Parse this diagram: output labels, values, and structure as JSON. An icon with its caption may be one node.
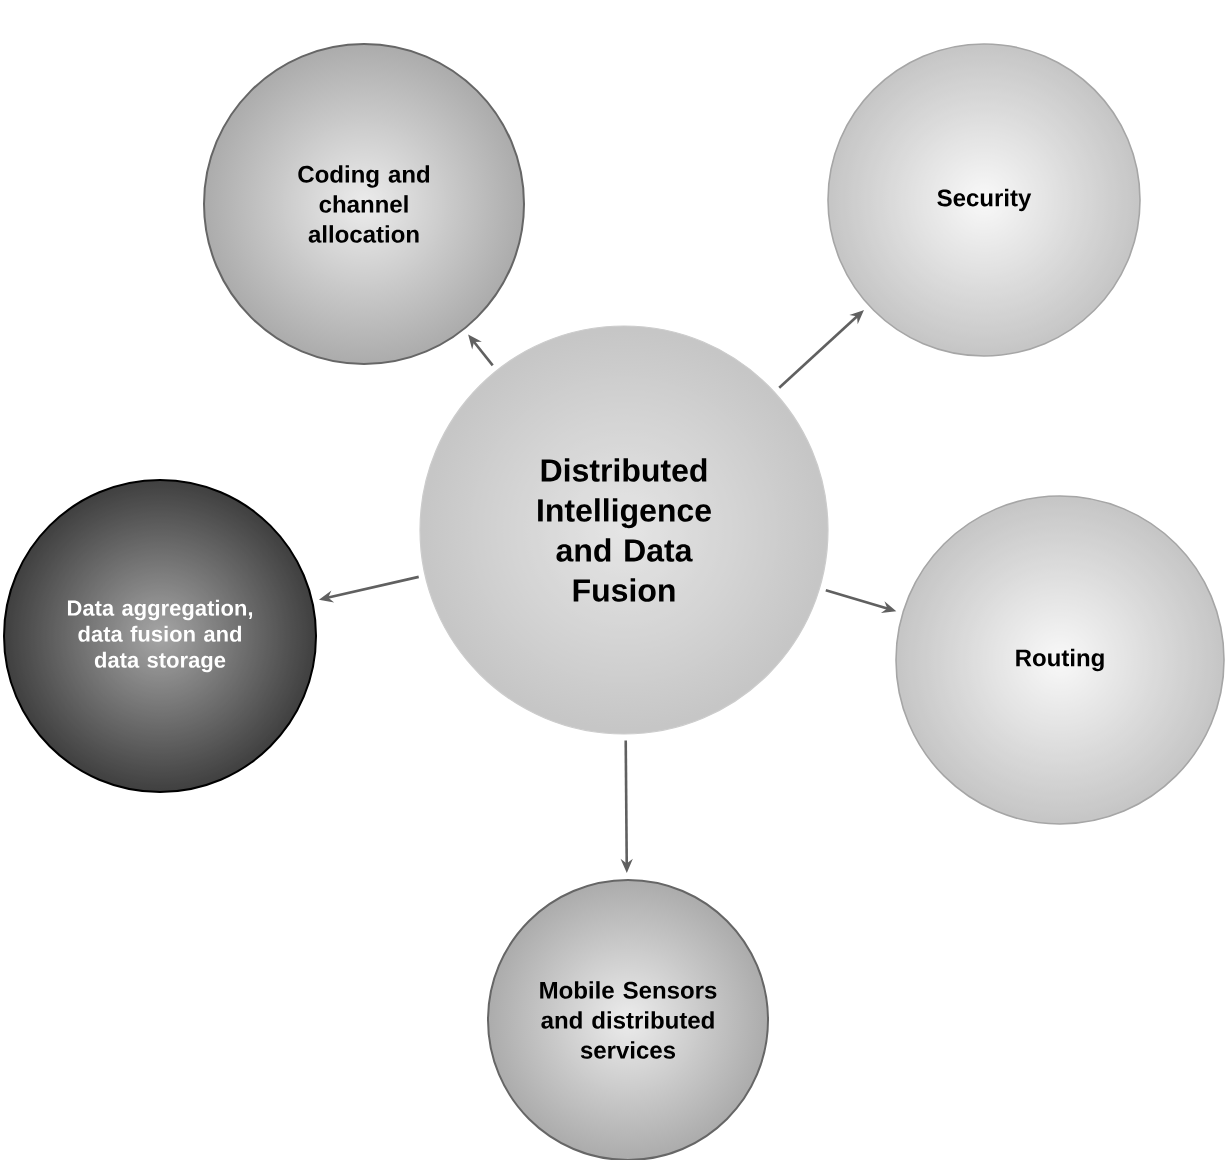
{
  "diagram": {
    "nodes": [
      {
        "text": [
          "Coding and channel allocation"
        ]
      },
      {
        "text": [
          "Security"
        ]
      },
      {
        "text": [
          "Distributed Intelligence and Data Fusion"
        ]
      },
      {
        "text": [
          "Data aggregation, data fusion and data storage"
        ]
      },
      {
        "text": [
          "Routing"
        ]
      },
      {
        "text": [
          "Mobile Sensors and distributed services"
        ]
      }
    ],
    "edges": [
      {
        "from": 2,
        "to": 0,
        "arrow": "to"
      },
      {
        "from": 2,
        "to": 1,
        "arrow": "to"
      },
      {
        "from": 2,
        "to": 3,
        "arrow": "to"
      },
      {
        "from": 2,
        "to": 4,
        "arrow": "to"
      },
      {
        "from": 2,
        "to": 5,
        "arrow": "to"
      }
    ]
  }
}
